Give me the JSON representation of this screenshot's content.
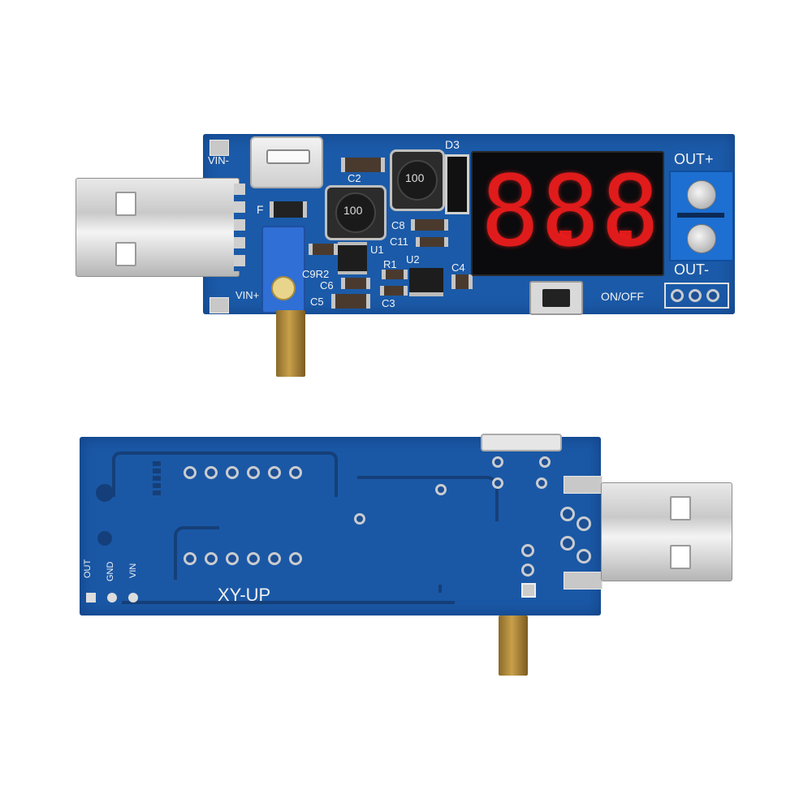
{
  "top_board": {
    "labels": {
      "out_plus": "OUT+",
      "out_minus": "OUT-",
      "on_off": "ON/OFF",
      "vin_minus": "VIN-",
      "vin_plus": "VIN+",
      "d3": "D3",
      "c2": "C2",
      "c8": "C8",
      "c11": "C11",
      "u1": "U1",
      "u2": "U2",
      "r1": "R1",
      "c4": "C4",
      "c9r2": "C9R2",
      "c6": "C6",
      "c5": "C5",
      "c3": "C3",
      "f": "F",
      "inductor_left": "100",
      "inductor_right": "100"
    },
    "display": {
      "digits": [
        "8.",
        "8.",
        "8."
      ]
    }
  },
  "bottom_board": {
    "labels": {
      "model": "XY-UP",
      "out": "OUT",
      "gnd": "GND",
      "vin": "VIN"
    }
  },
  "colors": {
    "pcb": "#1b5aa8",
    "led": "#e01b1b",
    "terminal": "#1d6fd1"
  }
}
